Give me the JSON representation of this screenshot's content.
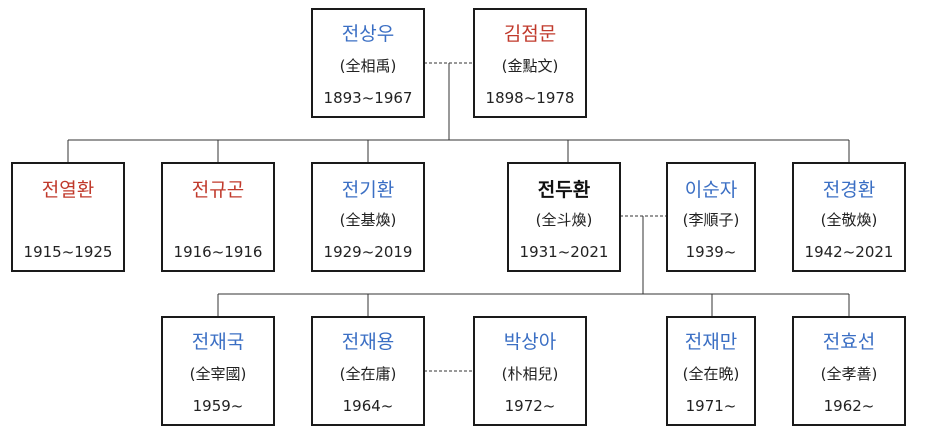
{
  "colors": {
    "male": "#3b6fc4",
    "female": "#c0392b",
    "focus": "#111111"
  },
  "people": [
    {
      "id": "p1",
      "name": "전상우",
      "hanja": "(全相禹)",
      "years": "1893~1967",
      "color": "male"
    },
    {
      "id": "p2",
      "name": "김점문",
      "hanja": "(金點文)",
      "years": "1898~1978",
      "color": "female"
    },
    {
      "id": "p3",
      "name": "전열환",
      "hanja": "",
      "years": "1915~1925",
      "color": "female"
    },
    {
      "id": "p4",
      "name": "전규곤",
      "hanja": "",
      "years": "1916~1916",
      "color": "female"
    },
    {
      "id": "p5",
      "name": "전기환",
      "hanja": "(全基煥)",
      "years": "1929~2019",
      "color": "male"
    },
    {
      "id": "p6",
      "name": "전두환",
      "hanja": "(全斗煥)",
      "years": "1931~2021",
      "color": "focus"
    },
    {
      "id": "p7",
      "name": "이순자",
      "hanja": "(李順子)",
      "years": "1939~",
      "color": "male"
    },
    {
      "id": "p8",
      "name": "전경환",
      "hanja": "(全敬煥)",
      "years": "1942~2021",
      "color": "male"
    },
    {
      "id": "p9",
      "name": "전재국",
      "hanja": "(全宰國)",
      "years": "1959~",
      "color": "male"
    },
    {
      "id": "p10",
      "name": "전재용",
      "hanja": "(全在庸)",
      "years": "1964~",
      "color": "male"
    },
    {
      "id": "p11",
      "name": "박상아",
      "hanja": "(朴相兒)",
      "years": "1972~",
      "color": "male"
    },
    {
      "id": "p12",
      "name": "전재만",
      "hanja": "(全在晩)",
      "years": "1971~",
      "color": "male"
    },
    {
      "id": "p13",
      "name": "전효선",
      "hanja": "(全孝善)",
      "years": "1962~",
      "color": "male"
    }
  ]
}
